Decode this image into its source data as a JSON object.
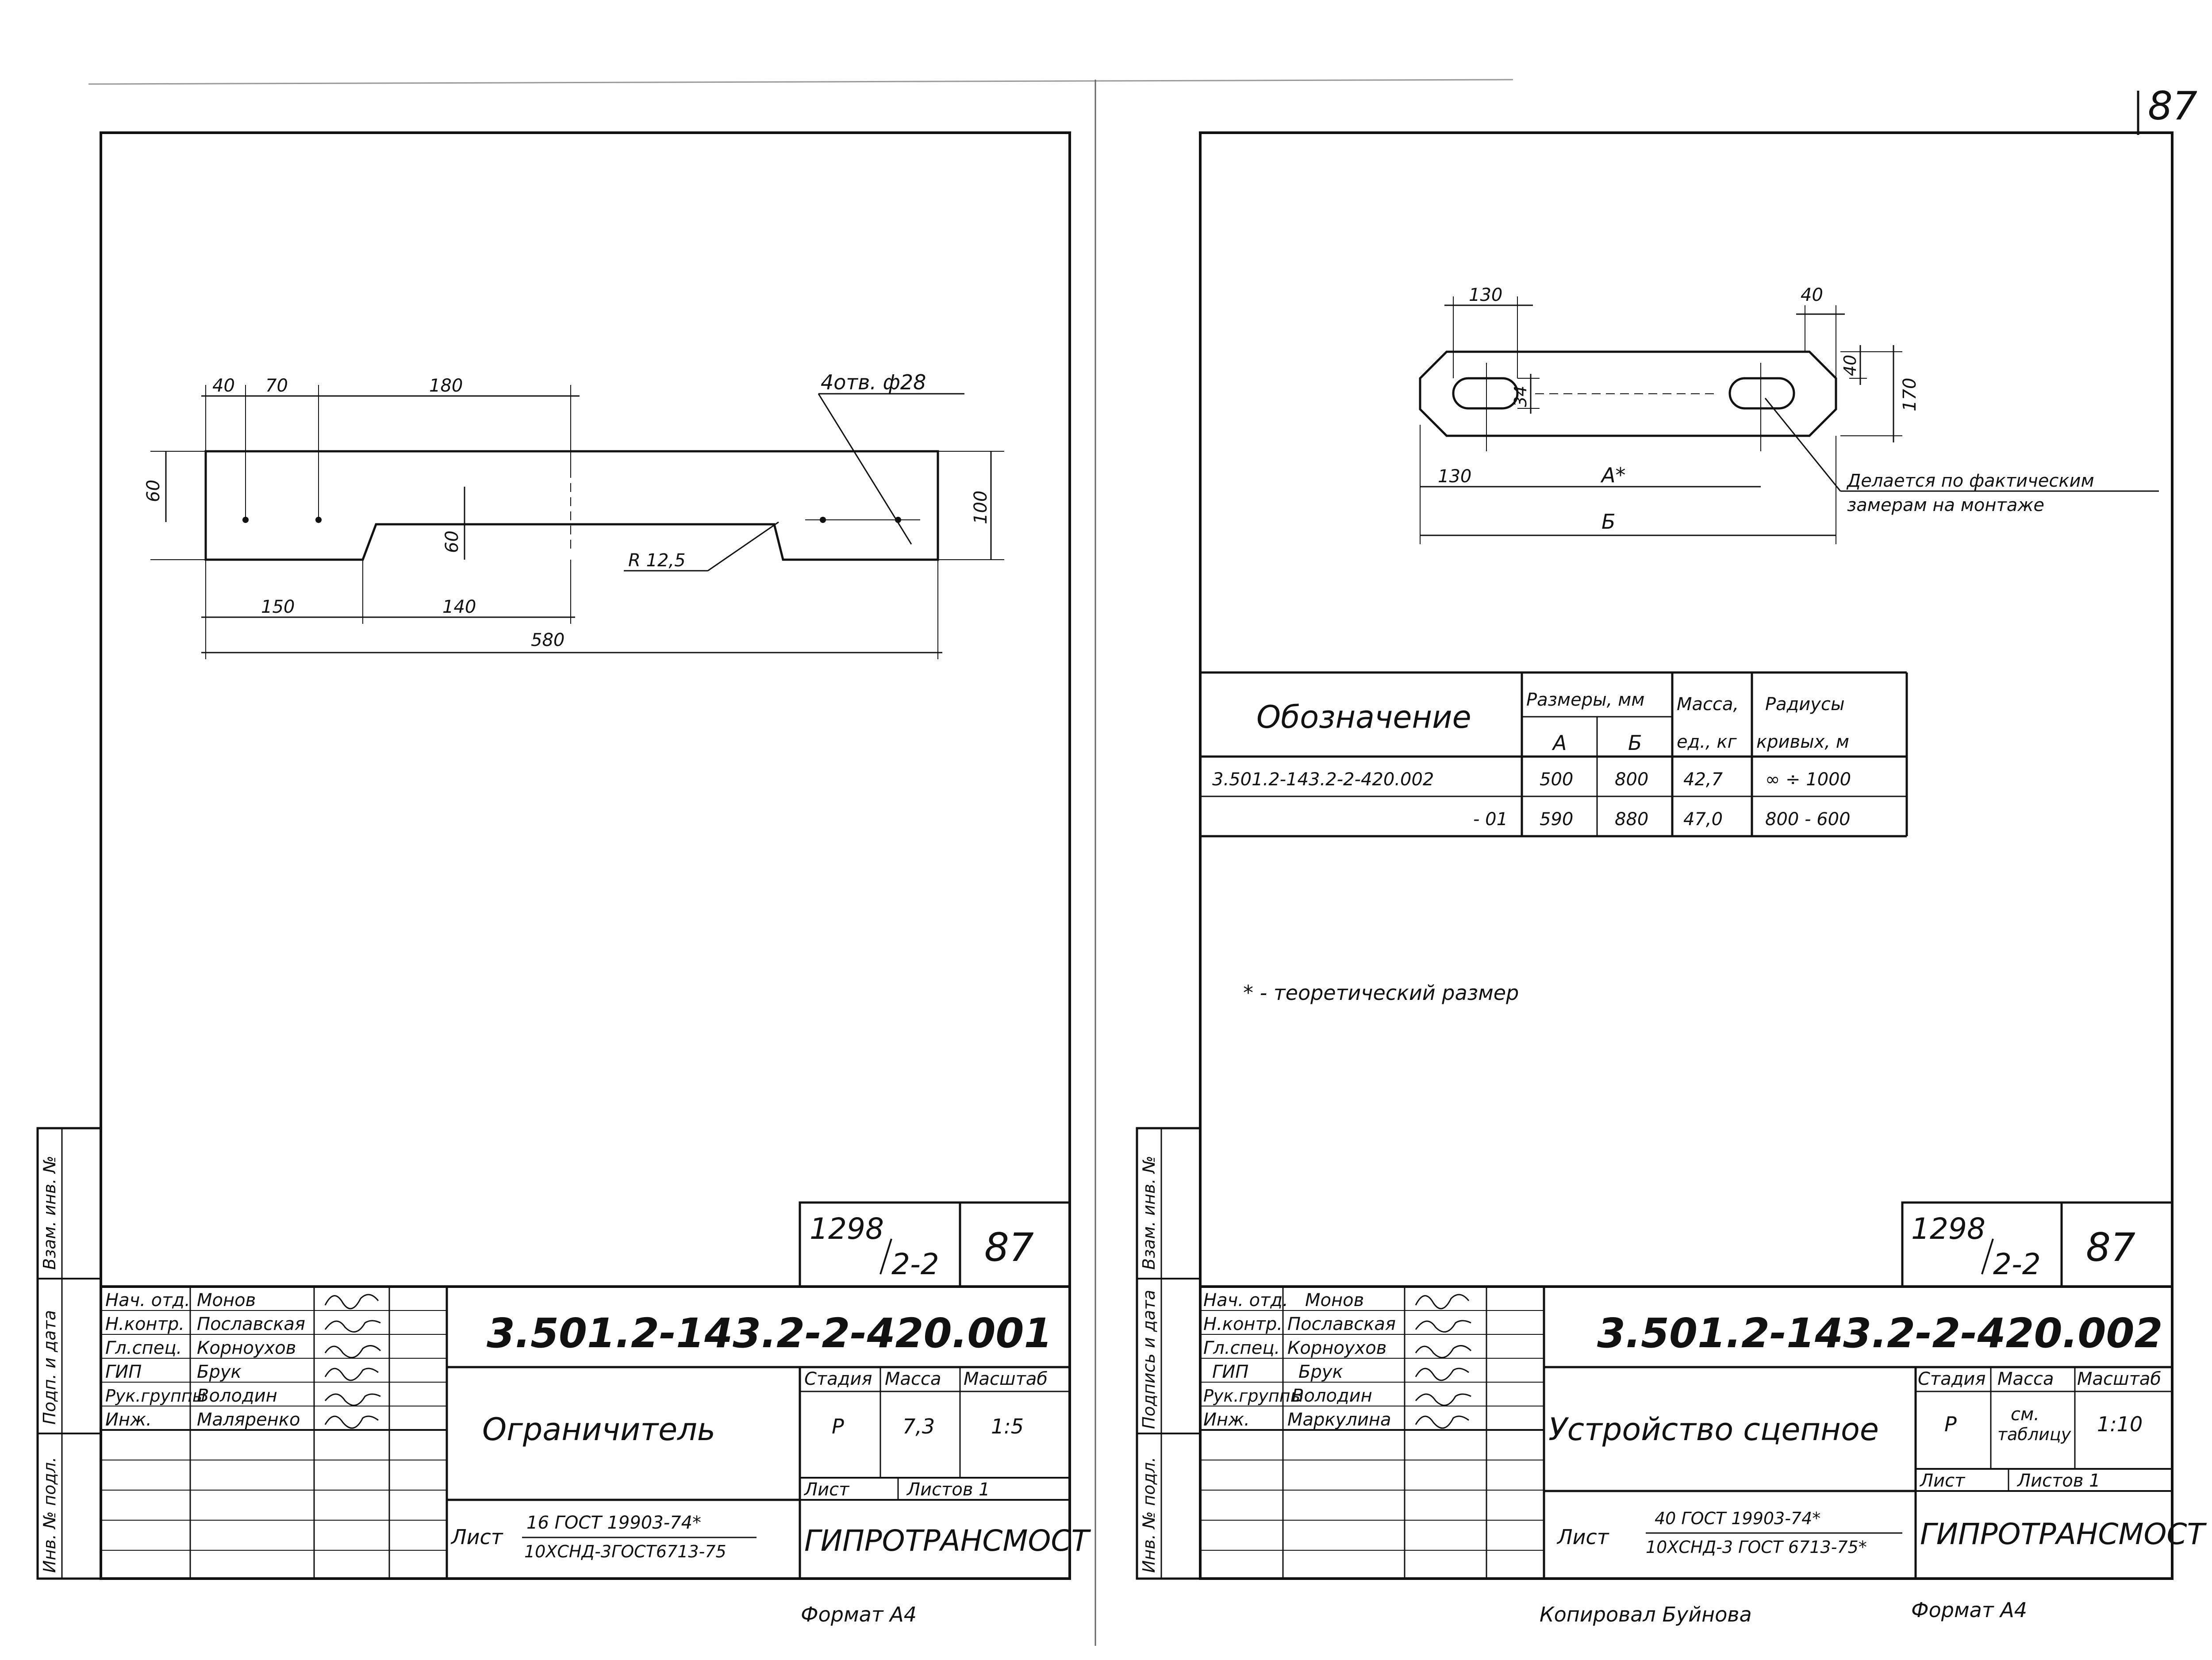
{
  "page_number": "87",
  "left_sheet": {
    "drawing": {
      "dims_top": [
        "40",
        "70",
        "180"
      ],
      "holes_note": "4отв. ф28",
      "dim_left": "60",
      "dim_notch": "60",
      "dim_right": "100",
      "radius": "R 12,5",
      "dim_bottom1": "150",
      "dim_bottom2": "140",
      "dim_total": "580"
    },
    "side": {
      "vzam": "Взам. инв. №",
      "podp": "Подп. и дата",
      "inv": "Инв. № подл."
    },
    "num_box": {
      "series": "1298",
      "sub": "2-2",
      "sheet": "87"
    },
    "people": [
      {
        "role": "Нач. отд.",
        "name": "Монов"
      },
      {
        "role": "Н.контр.",
        "name": "Пославская"
      },
      {
        "role": "Гл.спец.",
        "name": "Корноухов"
      },
      {
        "role": "ГИП",
        "name": "Брук"
      },
      {
        "role": "Рук.группы",
        "name": "Володин"
      },
      {
        "role": "Инж.",
        "name": "Маляренко"
      }
    ],
    "code": "3.501.2-143.2-2-420.001",
    "title": "Ограничитель",
    "stage_label": "Стадия",
    "mass_label": "Масса",
    "scale_label": "Масштаб",
    "stage": "Р",
    "mass": "7,3",
    "scale": "1:5",
    "sheet_label": "Лист",
    "sheets_label": "Листов 1",
    "material_prefix": "Лист",
    "material_top": "16 ГОСТ 19903-74*",
    "material_bottom": "10ХСНД-3ГОСТ6713-75",
    "org": "ГИПРОТРАНСМОСТ",
    "format": "Формат А4"
  },
  "right_sheet": {
    "drawing": {
      "dim_130_top": "130",
      "dim_40": "40",
      "dim_40v": "40",
      "dim_34": "34",
      "dim_170": "170",
      "dim_130_left": "130",
      "dim_a": "А*",
      "dim_b": "Б",
      "note_line1": "Делается по фактическим",
      "note_line2": "замерам на монтаже"
    },
    "table": {
      "h_designation": "Обозначение",
      "h_dims": "Размеры, мм",
      "h_a": "А",
      "h_b": "Б",
      "h_mass1": "Масса,",
      "h_mass2": "ед., кг",
      "h_rad1": "Радиусы",
      "h_rad2": "кривых, м",
      "rows": [
        {
          "designation": "3.501.2-143.2-2-420.002",
          "a": "500",
          "b": "800",
          "mass": "42,7",
          "radius": "∞ ÷ 1000"
        },
        {
          "designation": "- 01",
          "a": "590",
          "b": "880",
          "mass": "47,0",
          "radius": "800 - 600"
        }
      ]
    },
    "footnote": "* - теоретический размер",
    "side": {
      "vzam": "Взам. инв. №",
      "podp": "Подпись и дата",
      "inv": "Инв. № подл."
    },
    "num_box": {
      "series": "1298",
      "sub": "2-2",
      "sheet": "87"
    },
    "people": [
      {
        "role": "Нач. отд.",
        "name": "Монов"
      },
      {
        "role": "Н.контр.",
        "name": "Пославская"
      },
      {
        "role": "Гл.спец.",
        "name": "Корноухов"
      },
      {
        "role": "ГИП",
        "name": "Брук"
      },
      {
        "role": "Рук.группы",
        "name": "Володин"
      },
      {
        "role": "Инж.",
        "name": "Маркулина"
      }
    ],
    "code": "3.501.2-143.2-2-420.002",
    "title": "Устройство сцепное",
    "stage_label": "Стадия",
    "mass_label": "Масса",
    "scale_label": "Масштаб",
    "stage": "Р",
    "mass_line1": "см.",
    "mass_line2": "таблицу",
    "scale": "1:10",
    "sheet_label": "Лист",
    "sheets_label": "Листов 1",
    "material_prefix": "Лист",
    "material_top": "40 ГОСТ 19903-74*",
    "material_bottom": "10ХСНД-3 ГОСТ 6713-75*",
    "org": "ГИПРОТРАНСМОСТ",
    "copied": "Копировал Буйнова",
    "format": "Формат А4"
  }
}
